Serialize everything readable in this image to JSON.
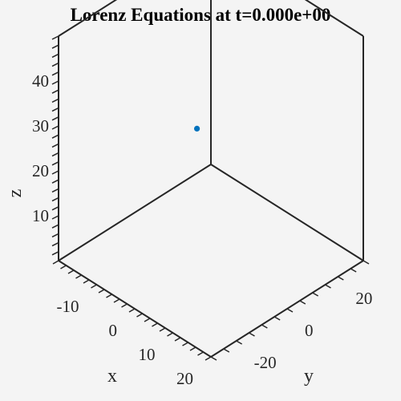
{
  "chart_data": {
    "type": "scatter",
    "title": "Lorenz Equations at t=0.000e+00",
    "xlabel": "x",
    "ylabel": "y",
    "zlabel": "z",
    "xlim": [
      -20,
      20
    ],
    "ylim": [
      -30,
      30
    ],
    "zlim": [
      0,
      50
    ],
    "x_ticks": [
      -10,
      0,
      10,
      20
    ],
    "y_ticks": [
      -20,
      0,
      20
    ],
    "z_ticks": [
      10,
      20,
      30,
      40
    ],
    "grid": false,
    "view": "3d-isometric",
    "series": [
      {
        "x": [
          -5
        ],
        "y": [
          2
        ],
        "z": [
          26
        ],
        "color": "#0072bd"
      }
    ]
  }
}
